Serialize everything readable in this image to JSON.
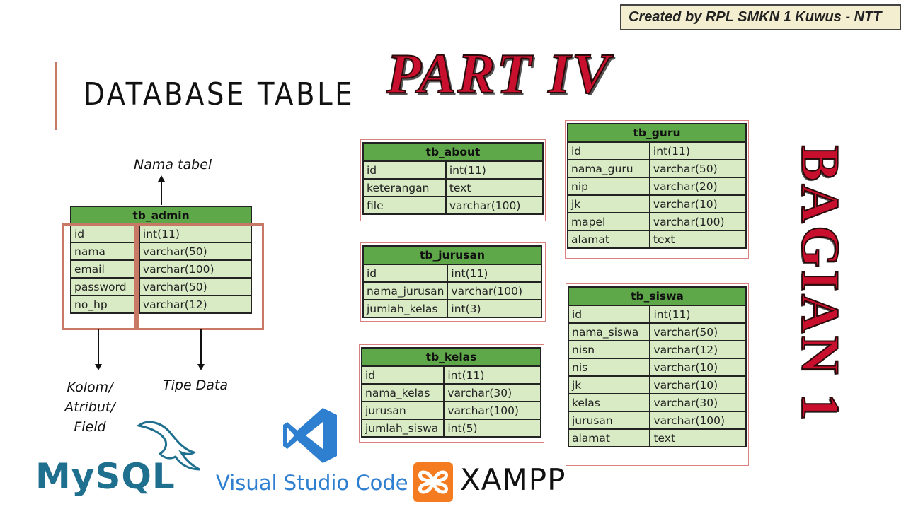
{
  "credit": "Created by RPL SMKN 1 Kuwus - NTT",
  "title": "DATABASE TABLE",
  "part": "PART IV",
  "bagian": "BAGIAN 1",
  "legend": {
    "table_name_label": "Nama tabel",
    "column_label_line1": "Kolom/",
    "column_label_line2": "Atribut/",
    "column_label_line3": "Field",
    "type_label": "Tipe Data"
  },
  "tables": {
    "tb_admin": {
      "name": "tb_admin",
      "rows": [
        [
          "id",
          "int(11)"
        ],
        [
          "nama",
          "varchar(50)"
        ],
        [
          "email",
          "varchar(100)"
        ],
        [
          "password",
          "varchar(50)"
        ],
        [
          "no_hp",
          "varchar(12)"
        ]
      ]
    },
    "tb_about": {
      "name": "tb_about",
      "rows": [
        [
          "id",
          "int(11)"
        ],
        [
          "keterangan",
          "text"
        ],
        [
          "file",
          "varchar(100)"
        ]
      ]
    },
    "tb_jurusan": {
      "name": "tb_jurusan",
      "rows": [
        [
          "id",
          "int(11)"
        ],
        [
          "nama_jurusan",
          "varchar(100)"
        ],
        [
          "jumlah_kelas",
          "int(3)"
        ]
      ]
    },
    "tb_kelas": {
      "name": "tb_kelas",
      "rows": [
        [
          "id",
          "int(11)"
        ],
        [
          "nama_kelas",
          "varchar(30)"
        ],
        [
          "jurusan",
          "varchar(100)"
        ],
        [
          "jumlah_siswa",
          "int(5)"
        ]
      ]
    },
    "tb_guru": {
      "name": "tb_guru",
      "rows": [
        [
          "id",
          "int(11)"
        ],
        [
          "nama_guru",
          "varchar(50)"
        ],
        [
          "nip",
          "varchar(20)"
        ],
        [
          "jk",
          "varchar(10)"
        ],
        [
          "mapel",
          "varchar(100)"
        ],
        [
          "alamat",
          "text"
        ]
      ]
    },
    "tb_siswa": {
      "name": "tb_siswa",
      "rows": [
        [
          "id",
          "int(11)"
        ],
        [
          "nama_siswa",
          "varchar(50)"
        ],
        [
          "nisn",
          "varchar(12)"
        ],
        [
          "nis",
          "varchar(10)"
        ],
        [
          "jk",
          "varchar(10)"
        ],
        [
          "kelas",
          "varchar(30)"
        ],
        [
          "jurusan",
          "varchar(100)"
        ],
        [
          "alamat",
          "text"
        ]
      ]
    }
  },
  "logos": {
    "mysql": "MySQL",
    "vscode": "Visual Studio Code",
    "xampp": "XAMPP"
  },
  "colors": {
    "header_green": "#5fa84a",
    "cell_green": "#d8ebc4",
    "accent_red": "#c8102e",
    "highlight": "#c77965"
  }
}
